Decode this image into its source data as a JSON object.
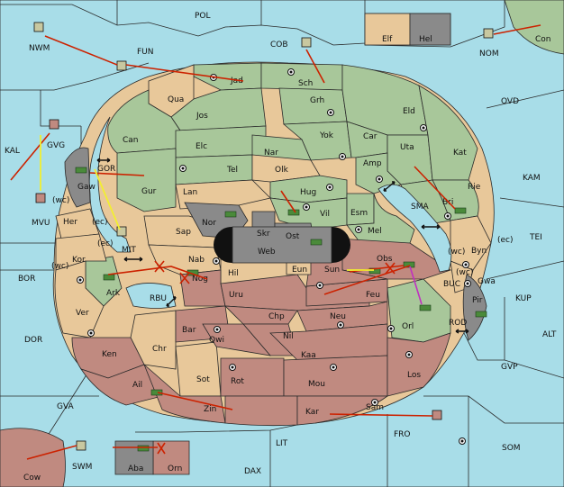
{
  "map": {
    "sea_labels": [
      "POL",
      "FUN",
      "COB",
      "NWM",
      "NOM",
      "Con",
      "OVD",
      "KAL",
      "GOR",
      "MIT",
      "KAM",
      "SMA",
      "TEI",
      "BOR",
      "RBU",
      "BUC",
      "KUP",
      "DOR",
      "ROD",
      "ALT",
      "GVP",
      "GVA",
      "FRO",
      "LIT",
      "SOM",
      "SWM",
      "DAX",
      "Cow"
    ],
    "green_labels": [
      "Jad",
      "Sch",
      "Qua",
      "Jos",
      "Can",
      "Grh",
      "Eld",
      "Yok",
      "Car",
      "Elc",
      "Nar",
      "Tel",
      "Uta",
      "Kat",
      "Amp",
      "Gur",
      "Olk",
      "Hug",
      "Rie",
      "Bri",
      "Vil",
      "Esm",
      "Mel",
      "Ark",
      "Orl",
      "Gaw"
    ],
    "tan_labels": [
      "Lan",
      "Sap",
      "Her",
      "Kor",
      "Ver",
      "Nab",
      "Hil",
      "Chr",
      "Sot",
      "Byn",
      "Gwa",
      "Elf",
      "MVU"
    ],
    "red_labels": [
      "Nog",
      "Uru",
      "Chp",
      "Nil",
      "Neu",
      "Feu",
      "Obs",
      "Sun",
      "Eun",
      "Bar",
      "Qwi",
      "Kaa",
      "Rot",
      "Mou",
      "Los",
      "Ken",
      "Ail",
      "Zin",
      "Kar",
      "Sam",
      "Orn",
      "GVG"
    ],
    "gray_labels": [
      "Nor",
      "Skr",
      "Ost",
      "Web",
      "Pir",
      "Hel",
      "Aba"
    ],
    "coast_tags": [
      "(wc)",
      "(ec)",
      "(ec)",
      "(wc)",
      "(wc)",
      "(ec)",
      "(wc)"
    ]
  },
  "legend": {
    "colors": {
      "sea": "#a8dde8",
      "green": "#a8c79a",
      "tan": "#e8c89a",
      "red": "#c08a80",
      "gray": "#8a8a8a",
      "move": "#cc2200",
      "support": "#f2ef30",
      "convoy": "#c030c0"
    }
  }
}
